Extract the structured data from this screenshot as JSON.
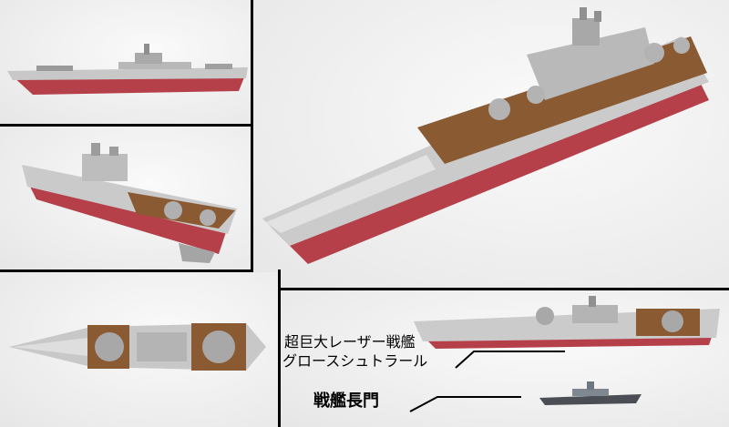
{
  "labels": {
    "ship_name_line1": "超巨大レーザー戦艦",
    "ship_name_line2": "グロースシュトラール",
    "reference_ship": "戦艦長門"
  },
  "colors": {
    "hull_red": "#b5404a",
    "hull_grey": "#c9c9c9",
    "deck_wood": "#8a5a33",
    "frame_black": "#000000"
  }
}
